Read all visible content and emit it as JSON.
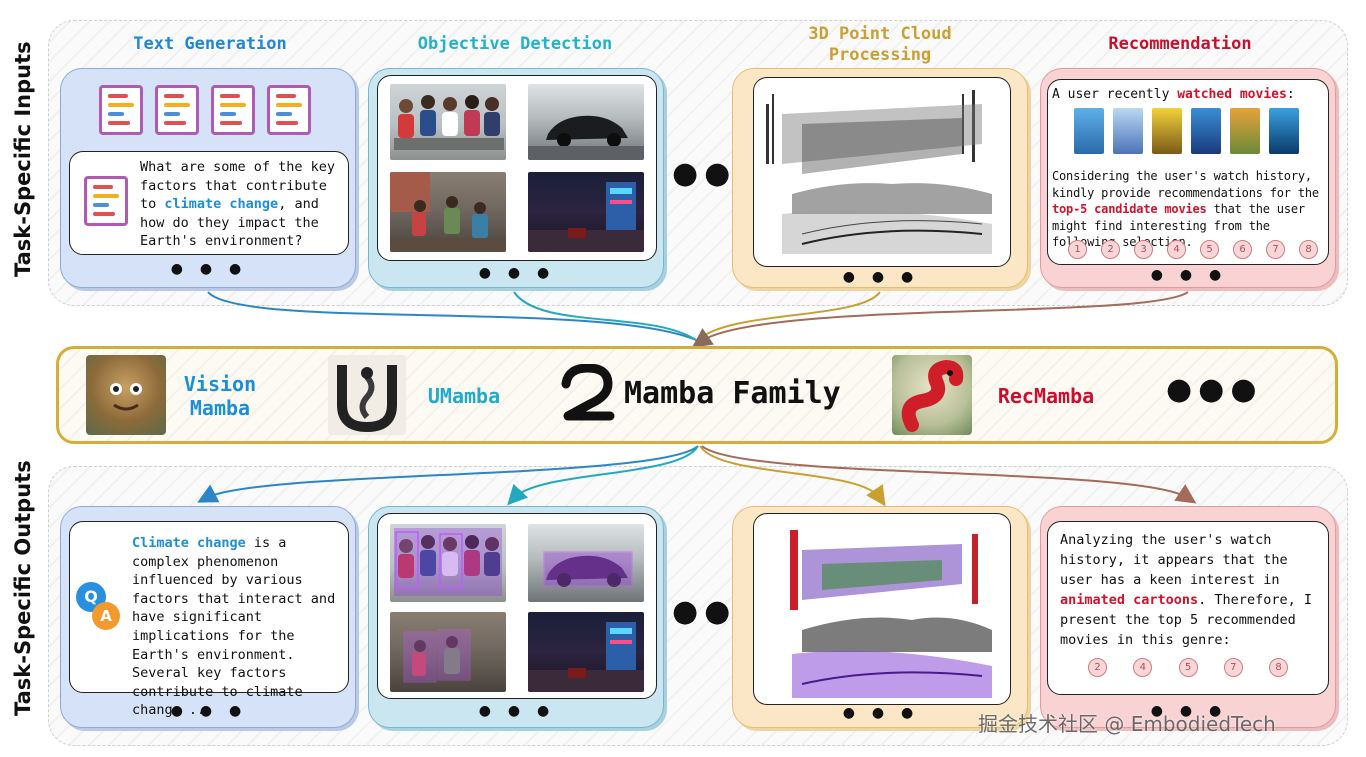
{
  "side_labels": {
    "inputs": "Task-Specific Inputs",
    "outputs": "Task-Specific Outputs"
  },
  "tasks": {
    "text_generation": "Text Generation",
    "objective_detection": "Objective Detection",
    "point_cloud": "3D Point Cloud Processing",
    "recommendation": "Recommendation"
  },
  "inputs": {
    "text_question": {
      "before": "What are some of the key factors that contribute to ",
      "highlight": "climate change",
      "after": ", and how do they impact the Earth's environment?"
    },
    "rec": {
      "line1_before": "A user recently ",
      "line1_highlight": "watched movies",
      "line1_after": ":",
      "body_before": "Considering the user's watch history, kindly provide recommendations for the ",
      "body_highlight": "top-5 candidate movies",
      "body_after": " that the user might find interesting from the following selection.",
      "candidates": [
        "1",
        "2",
        "3",
        "4",
        "5",
        "6",
        "7",
        "8"
      ]
    }
  },
  "mamba": {
    "title": "Mamba Family",
    "models": [
      {
        "name": "Vision Mamba",
        "color": "#1b8fd6"
      },
      {
        "name": "UMamba",
        "color": "#22aacb"
      },
      {
        "name": "RecMamba",
        "color": "#c8102e"
      }
    ]
  },
  "outputs": {
    "text_answer": {
      "highlight": "Climate change",
      "after": " is a complex phenomenon influenced by various factors that interact and have significant implications for the Earth's environment. Several key factors contribute to climate change ..."
    },
    "rec": {
      "before": "Analyzing the user's watch history, it appears that the user has a keen interest in ",
      "highlight": "animated cartoons",
      "after": ". Therefore, I present the top 5 recommended movies in this genre:",
      "selected": [
        "2",
        "4",
        "5",
        "7",
        "8"
      ]
    },
    "qa_q": "Q",
    "qa_a": "A"
  },
  "watermark": "掘金技术社区 @ EmbodiedTech",
  "colors": {
    "text_gen": "#1f88d4",
    "detection": "#22b3c7",
    "point_cloud": "#c9a032",
    "recommendation": "#c8102e",
    "arrow_blue": "#2b86c7",
    "arrow_teal": "#22a9bf",
    "arrow_gold": "#c9a032",
    "arrow_brown": "#a46a5a"
  }
}
